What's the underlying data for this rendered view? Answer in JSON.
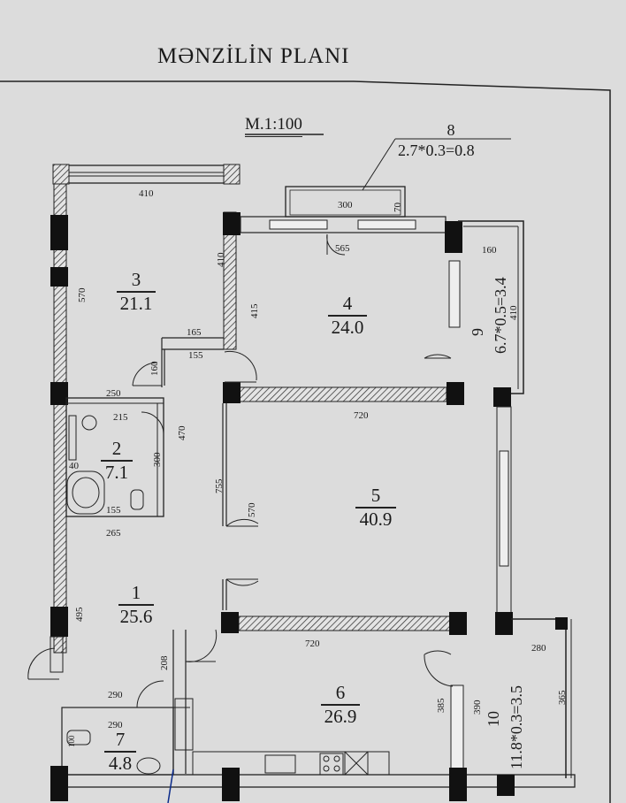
{
  "title": "MƏNZİLİN PLANI",
  "scale": "M.1:100",
  "rooms": [
    {
      "num": "1",
      "area": "25.6"
    },
    {
      "num": "2",
      "area": "7.1"
    },
    {
      "num": "3",
      "area": "21.1"
    },
    {
      "num": "4",
      "area": "24.0"
    },
    {
      "num": "5",
      "area": "40.9"
    },
    {
      "num": "6",
      "area": "26.9"
    },
    {
      "num": "7",
      "area": "4.8"
    }
  ],
  "balconies": [
    {
      "num": "8",
      "formula": "2.7*0.3=0.8"
    },
    {
      "num": "9",
      "formula": "6.7*0.5=3.4"
    },
    {
      "num": "10",
      "formula": "11.8*0.3=3.5"
    }
  ],
  "dimensions": {
    "d410_top": "410",
    "d570_left": "570",
    "d410_v": "410",
    "d415": "415",
    "d300": "300",
    "d70": "70",
    "d565": "565",
    "d160_right": "160",
    "d410_right": "410",
    "d165": "165",
    "d155": "155",
    "d160_door": "160",
    "d250": "250",
    "d215": "215",
    "d470": "470",
    "d300_bath": "300",
    "d40": "40",
    "d155_bath": "155",
    "d265": "265",
    "d720_a": "720",
    "d755": "755",
    "d570_mid": "570",
    "d495": "495",
    "d720_b": "720",
    "d208": "208",
    "d290_a": "290",
    "d290_b": "290",
    "d385": "385",
    "d390": "390",
    "d280": "280",
    "d365": "365",
    "d100": "100"
  }
}
